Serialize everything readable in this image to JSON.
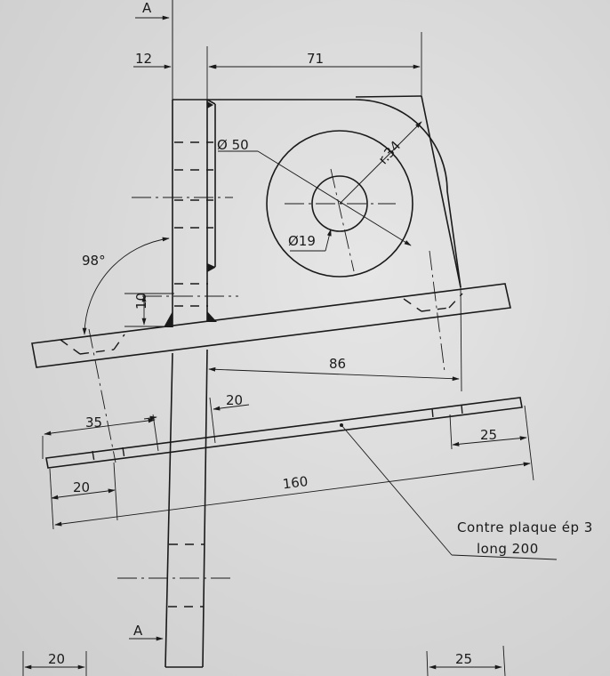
{
  "section_marks": {
    "top": "A",
    "bottom": "A"
  },
  "dimensions": {
    "d12": "12",
    "d71": "71",
    "phi50": "Ø 50",
    "r34": "r.34",
    "phi19": "Ø19",
    "angle98": "98°",
    "d10": "10",
    "d86": "86",
    "d20_mid": "20",
    "d35": "35",
    "d25_right": "25",
    "d20_left": "20",
    "d160": "160",
    "d20_bottom": "20",
    "d25_bottom": "25"
  },
  "note": {
    "line1": "Contre plaque ép 3",
    "line2": "long 200"
  }
}
